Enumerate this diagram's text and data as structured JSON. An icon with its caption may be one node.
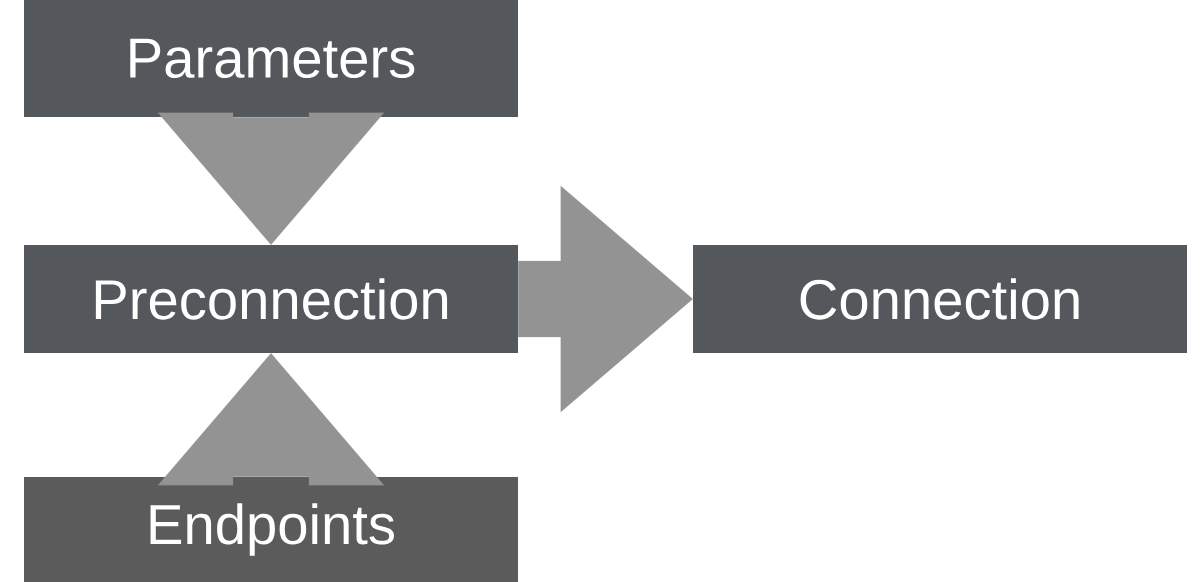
{
  "diagram": {
    "nodes": [
      {
        "text": [
          "Parameters"
        ]
      },
      {
        "text": [
          "Preconnection"
        ]
      },
      {
        "text": [
          "Connection"
        ]
      },
      {
        "text": [
          "Endpoints"
        ]
      }
    ],
    "edges": [
      {
        "from": 0,
        "to": 1,
        "arrow": "to"
      },
      {
        "from": 3,
        "to": 1,
        "arrow": "to"
      },
      {
        "from": 1,
        "to": 2,
        "arrow": "to"
      }
    ]
  }
}
